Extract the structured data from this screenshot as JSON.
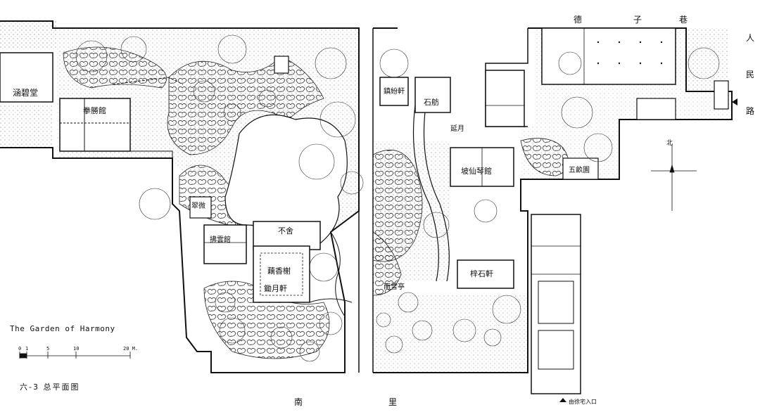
{
  "map": {
    "title": "The Garden of Harmony",
    "caption": "六-3 总平面图",
    "scale": {
      "ticks": [
        "0",
        "1",
        "5",
        "10"
      ],
      "end_label": "20 M."
    },
    "streets": {
      "top": [
        "德",
        "子",
        "巷"
      ],
      "right": [
        "人",
        "民",
        "路"
      ],
      "bottom_left": "南",
      "bottom_mid": "里",
      "bottom_right": "由徐宅入口"
    },
    "north_label": "北",
    "buildings": {
      "hall_left": "涵碧堂",
      "pavilion_left": "拳勝館",
      "hall_mid_top": "不舍",
      "hall_mid_a": "拂雲館",
      "hall_mid_b": "藕香榭",
      "hall_mid_c": "鋤月軒",
      "pavilion_center": "翠微",
      "studio_right_1": "鎮紛軒",
      "studio_right_2": "石舫",
      "hall_right_main": "坡仙琴館",
      "hall_right_lower": "梓石軒",
      "pavilion_right_small": "延月",
      "hall_right_east": "五畝園",
      "gate_right": "南雪亭"
    },
    "colors": {
      "ink": "#1a1a1a",
      "paper": "#ffffff",
      "wash": "#f2f2f2"
    }
  }
}
